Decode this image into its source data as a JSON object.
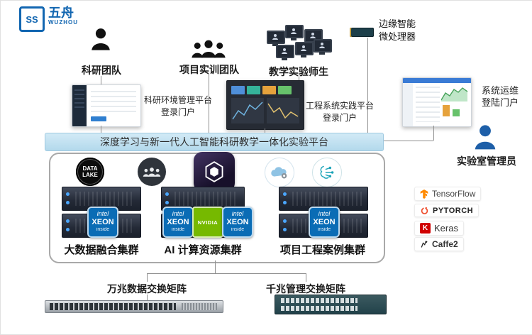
{
  "brand": {
    "cn": "五舟",
    "en": "WUZHOU",
    "mark": "SS"
  },
  "top": {
    "research_team": "科研团队",
    "training_team": "项目实训团队",
    "teaching_group": "教学实验师生",
    "edge_line1": "边缘智能",
    "edge_line2": "微处理器"
  },
  "portals": {
    "research": {
      "line1": "科研环境管理平台",
      "line2": "登录门户"
    },
    "engineering": {
      "line1": "工程系统实践平台",
      "line2": "登录门户"
    },
    "ops": {
      "line1": "系统运维",
      "line2": "登陆门户"
    },
    "admin": "实验室管理员"
  },
  "banner": {
    "title": "深度学习与新一代人工智能科研教学一体化实验平台"
  },
  "clusters": {
    "items": [
      {
        "label": "大数据融合集群"
      },
      {
        "label": "AI 计算资源集群"
      },
      {
        "label": "项目工程案例集群"
      }
    ],
    "data_lake_1": "DATA",
    "data_lake_2": "LAKE"
  },
  "chips": {
    "intel_word": "intel",
    "xeon": "XEON",
    "inside": "inside",
    "nvidia": "NVIDIA"
  },
  "frameworks": [
    {
      "name": "TensorFlow"
    },
    {
      "name": "PYTORCH"
    },
    {
      "name": "Keras"
    },
    {
      "name": "Caffe2"
    }
  ],
  "switches": {
    "data": "万兆数据交换矩阵",
    "mgmt": "千兆管理交换矩阵"
  },
  "colors": {
    "brand_blue": "#1266b1",
    "banner_blue": "#b3d9ec",
    "intel_blue": "#0a6cb5",
    "nvidia_green": "#76b900",
    "tf_orange": "#ff8a00",
    "pytorch_red": "#ee4c2c",
    "keras_red": "#d00000"
  }
}
